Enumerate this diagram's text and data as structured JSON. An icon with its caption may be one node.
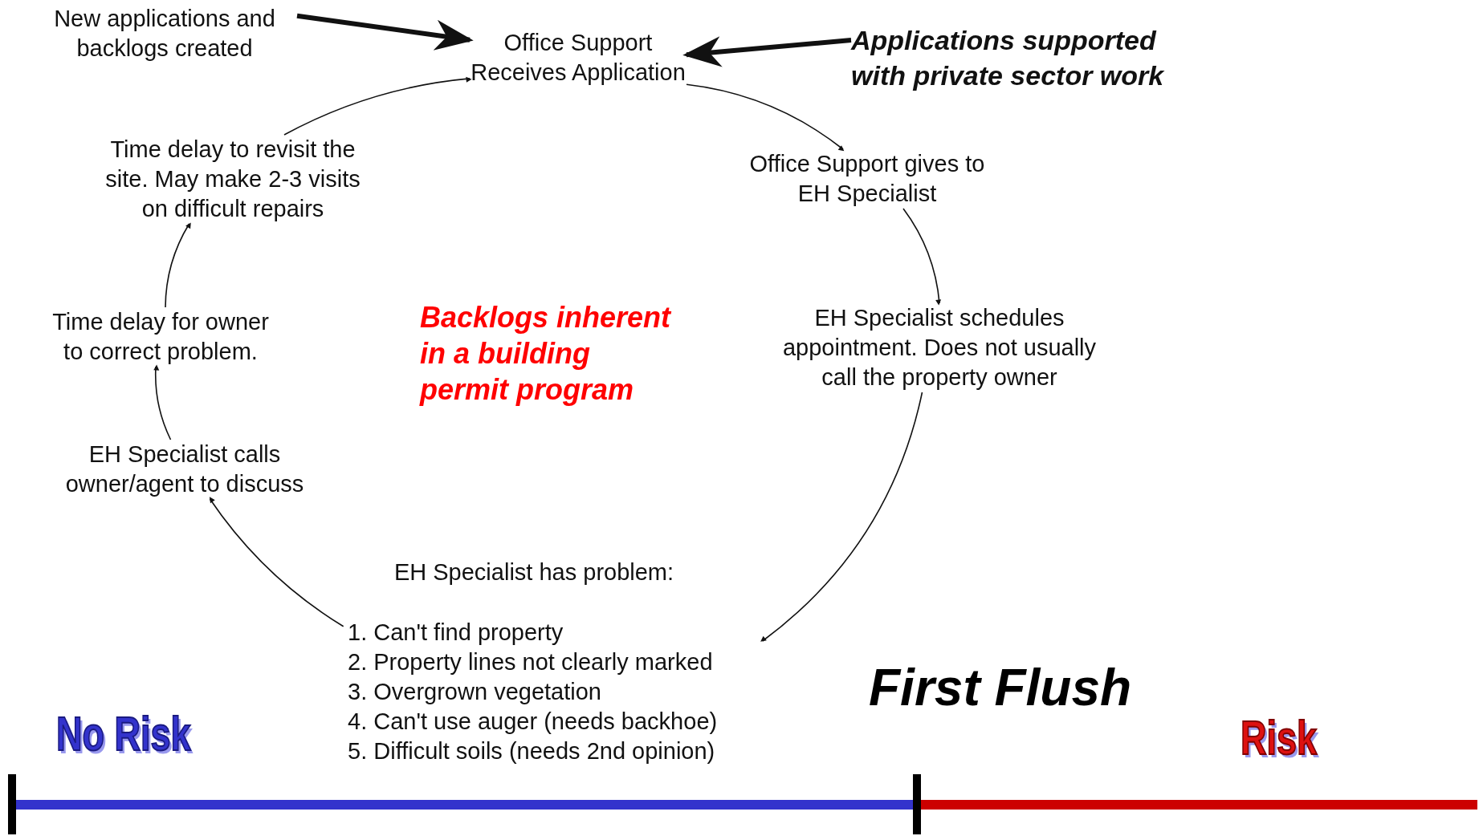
{
  "diagram": {
    "nodes": [
      {
        "text": [
          "New applications and backlogs created"
        ]
      },
      {
        "text": [
          "Office Support Receives Application"
        ]
      },
      {
        "text": [
          "Applications supported with private sector work"
        ]
      },
      {
        "text": [
          "Office Support gives to EH Specialist"
        ]
      },
      {
        "text": [
          "EH Specialist schedules appointment.  Does not usually call the property owner"
        ]
      },
      {
        "text": [
          "EH Specialist has problem:",
          "1. Can't find property",
          "2. Property lines not clearly marked",
          "3. Overgrown vegetation",
          "4. Can't use auger (needs backhoe)",
          "5. Difficult soils (needs 2nd opinion)"
        ]
      },
      {
        "text": [
          "EH Specialist calls owner/agent to discuss"
        ]
      },
      {
        "text": [
          "Time delay for owner to correct problem."
        ]
      },
      {
        "text": [
          "Time delay to revisit the site.  May make 2-3 visits on difficult repairs"
        ]
      }
    ],
    "edges": [
      {
        "from": 0,
        "to": 1,
        "arrow": "to",
        "style": "thick"
      },
      {
        "from": 2,
        "to": 1,
        "arrow": "to",
        "style": "thick"
      },
      {
        "from": 1,
        "to": 3,
        "arrow": "to"
      },
      {
        "from": 3,
        "to": 4,
        "arrow": "to"
      },
      {
        "from": 4,
        "to": 5,
        "arrow": "to"
      },
      {
        "from": 5,
        "to": 6,
        "arrow": "to"
      },
      {
        "from": 6,
        "to": 7,
        "arrow": "to"
      },
      {
        "from": 7,
        "to": 8,
        "arrow": "to"
      },
      {
        "from": 8,
        "to": 1,
        "arrow": "to"
      }
    ],
    "labels": [
      "Backlogs inherent in a building permit program",
      "First Flush",
      "No Risk",
      "Risk"
    ]
  }
}
